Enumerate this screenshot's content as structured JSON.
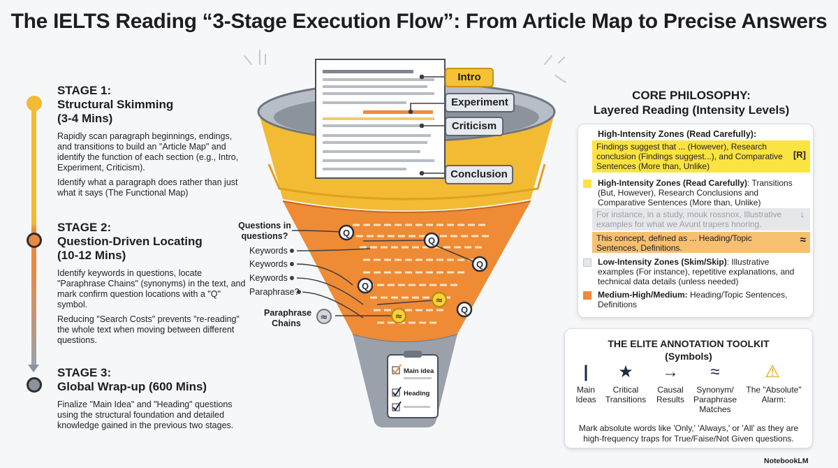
{
  "title": "The IELTS Reading “3-Stage Execution Flow”: From Article Map to Precise Answers",
  "stages": [
    {
      "heading": [
        "STAGE 1:",
        "Structural Skimming",
        "(3-4 Mins)"
      ],
      "paragraphs": [
        "Rapidly scan paragraph beginnings, endings, and transitions to build an \"Article Map\" and identify the function of each section (e.g., Intro, Experiment, Criticism).",
        "Identify what a paragraph does rather than just what it says (The Functional Map)"
      ],
      "color": "#f2bb33"
    },
    {
      "heading": [
        "STAGE 2:",
        "Question-Driven Locating",
        "(10-12 Mins)"
      ],
      "paragraphs": [
        "Identify keywords in questions, locate \"Paraphrase Chains\" (synonyms) in the text, and mark confirm question locations with a \"Q\" symbol.",
        "Reducing \"Search Costs\" prevents \"re-reading\" the whole text when moving between different questions."
      ],
      "color": "#e98a42"
    },
    {
      "heading": [
        "STAGE 3:",
        "Global Wrap-up (600 Mins)"
      ],
      "paragraphs": [
        "Finalize \"Main Idea\" and \"Heading\" questions using the structural foundation and detailed knowledge gained in the previous two stages."
      ],
      "color": "#8b939e"
    }
  ],
  "funnel": {
    "section_labels": [
      "Intro",
      "Experiment",
      "Criticism",
      "Conclusion"
    ],
    "side_labels": [
      "Questions in questions?",
      "Keywords",
      "Keywords",
      "Keywords",
      "Paraphrase?"
    ],
    "paraphrase_label": "Paraphrase Chains",
    "q_symbol": "Q",
    "approx_symbol": "≈",
    "clipboard_items": [
      "Main idea",
      "Heading"
    ]
  },
  "philosophy": {
    "title": [
      "CORE PHILOSOPHY:",
      "Layered Reading (Intensity Levels)"
    ],
    "top_heading": "High-Intensity Zones (Read Carefully):",
    "highlight_yellow": "Findings suggest that ... (However), Research conclusion (Findings suggest...), and Comparative Sentences (More than, Unlike)",
    "highlight_yellow_tag": "[R]",
    "legend_high_bold": "High-Intensity Zones (Read Carefully)",
    "legend_high_rest": ": Transitions (But, However), Research Conclusions and Comparative Sentences (More than, Unlike)",
    "highlight_gray": "For instance, in a study, mouk rossnox, Illustrative examples for what we Avunt trapers hnoring.",
    "highlight_gray_tag": "↓",
    "highlight_orange": "This concept, defined as ... Heading/Topic Sentences, Definitions.",
    "highlight_orange_tag": "≈",
    "legend_low_bold": "Low-Intensity Zones (Skim/Skip)",
    "legend_low_rest": ": Illustrative examples (For instance), repetitive explanations, and technical data details (unless needed)",
    "legend_med_bold": "Medium-High/Medium:",
    "legend_med_rest": " Heading/Topic Sentences, Definitions",
    "colors": {
      "high": "#fbe341",
      "low": "#e6e7ea",
      "medium": "#f0893a"
    }
  },
  "toolkit": {
    "title": [
      "THE ELITE ANNOTATION TOOLKIT",
      "(Symbols)"
    ],
    "items": [
      {
        "symbol": "|",
        "label": "Main Ideas",
        "icon": "vertical-bar-icon"
      },
      {
        "symbol": "★",
        "label": "Critical Transitions",
        "icon": "star-icon"
      },
      {
        "symbol": "→",
        "label": "Causal Results",
        "icon": "arrow-right-icon"
      },
      {
        "symbol": "≈",
        "label": "Synonym/ Paraphrase Matches",
        "icon": "approx-icon"
      },
      {
        "symbol": "⚠",
        "label": "The \"Absolute\" Alarm:",
        "icon": "warning-icon"
      }
    ],
    "footer": "Mark absolute words like 'Only,' 'Always,' or 'All' as they are high-frequency traps for True/Faise/Not Given questions."
  },
  "branding": "NotebookLM"
}
